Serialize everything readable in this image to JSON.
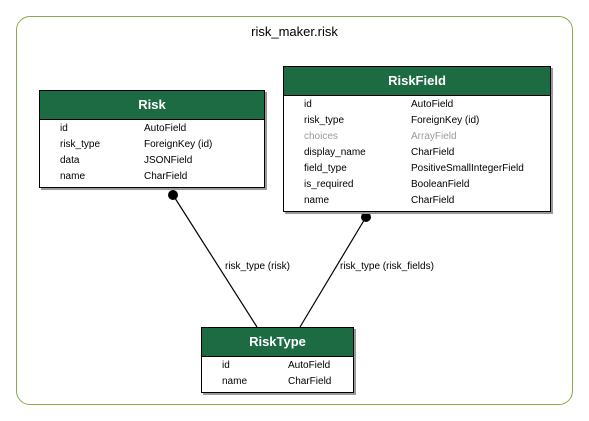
{
  "diagram": {
    "title": "risk_maker.risk",
    "colors": {
      "header_bg": "#1d6b43",
      "frame_border": "#8aa94a",
      "muted_text": "#9a9a9a"
    },
    "tables": {
      "risk": {
        "name": "Risk",
        "fields": [
          {
            "name": "id",
            "type": "AutoField"
          },
          {
            "name": "risk_type",
            "type": "ForeignKey (id)"
          },
          {
            "name": "data",
            "type": "JSONField"
          },
          {
            "name": "name",
            "type": "CharField"
          }
        ]
      },
      "riskfield": {
        "name": "RiskField",
        "fields": [
          {
            "name": "id",
            "type": "AutoField"
          },
          {
            "name": "risk_type",
            "type": "ForeignKey (id)"
          },
          {
            "name": "choices",
            "type": "ArrayField",
            "muted": true
          },
          {
            "name": "display_name",
            "type": "CharField"
          },
          {
            "name": "field_type",
            "type": "PositiveSmallIntegerField"
          },
          {
            "name": "is_required",
            "type": "BooleanField"
          },
          {
            "name": "name",
            "type": "CharField"
          }
        ]
      },
      "risktype": {
        "name": "RiskType",
        "fields": [
          {
            "name": "id",
            "type": "AutoField"
          },
          {
            "name": "name",
            "type": "CharField"
          }
        ]
      }
    },
    "relations": [
      {
        "label": "risk_type (risk)"
      },
      {
        "label": "risk_type (risk_fields)"
      }
    ]
  }
}
